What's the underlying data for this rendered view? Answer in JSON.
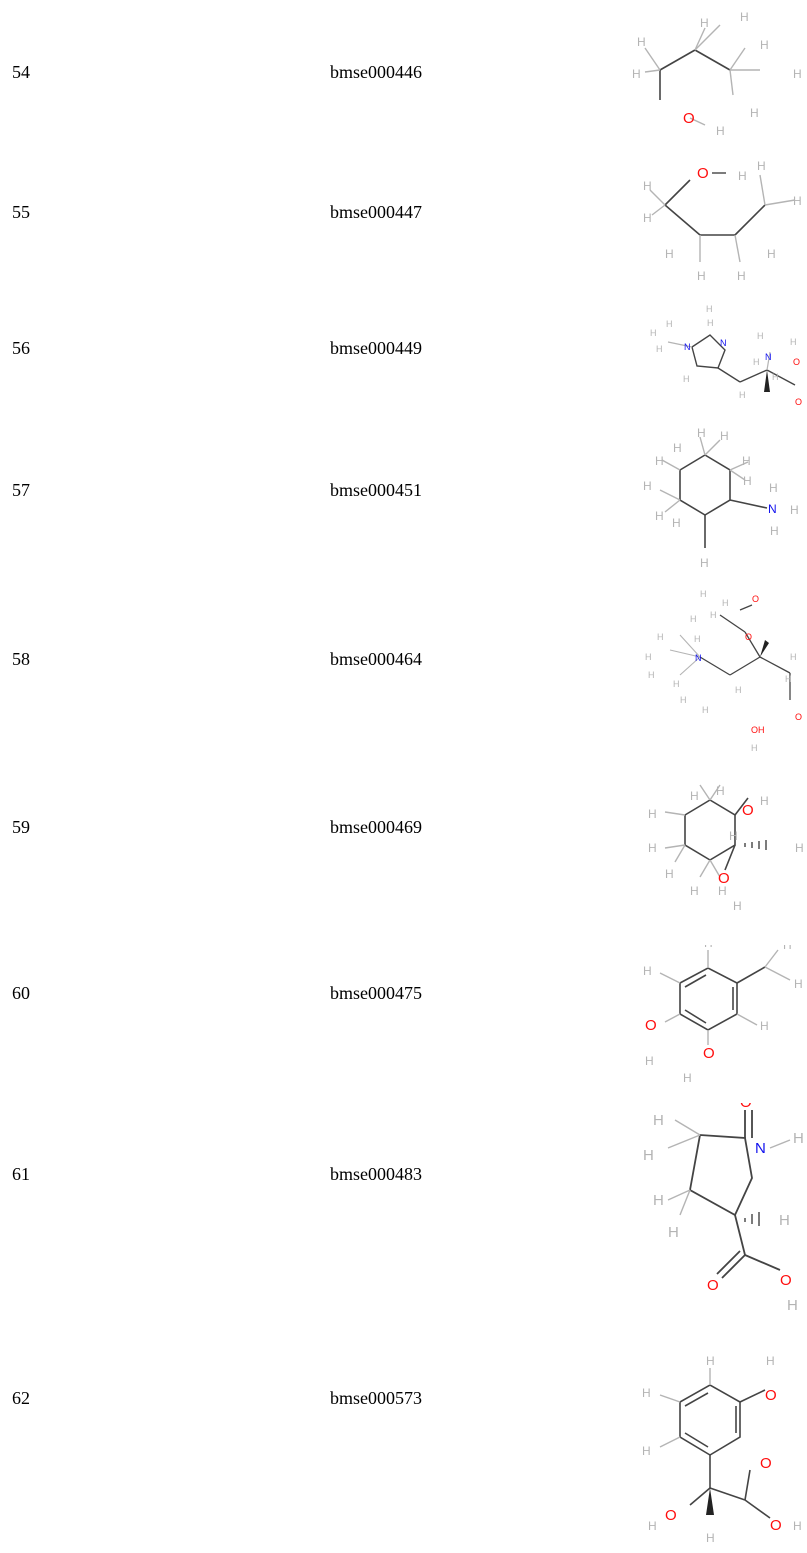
{
  "rows": [
    {
      "index": "54",
      "id": "bmse000446"
    },
    {
      "index": "55",
      "id": "bmse000447"
    },
    {
      "index": "56",
      "id": "bmse000449"
    },
    {
      "index": "57",
      "id": "bmse000451"
    },
    {
      "index": "58",
      "id": "bmse000464"
    },
    {
      "index": "59",
      "id": "bmse000469"
    },
    {
      "index": "60",
      "id": "bmse000475"
    },
    {
      "index": "61",
      "id": "bmse000483"
    },
    {
      "index": "62",
      "id": "bmse000573"
    }
  ],
  "colors": {
    "hydrogen": "#b4b4b4",
    "oxygen": "#ff0d0d",
    "nitrogen": "#1010ee",
    "bond": "#444444"
  }
}
